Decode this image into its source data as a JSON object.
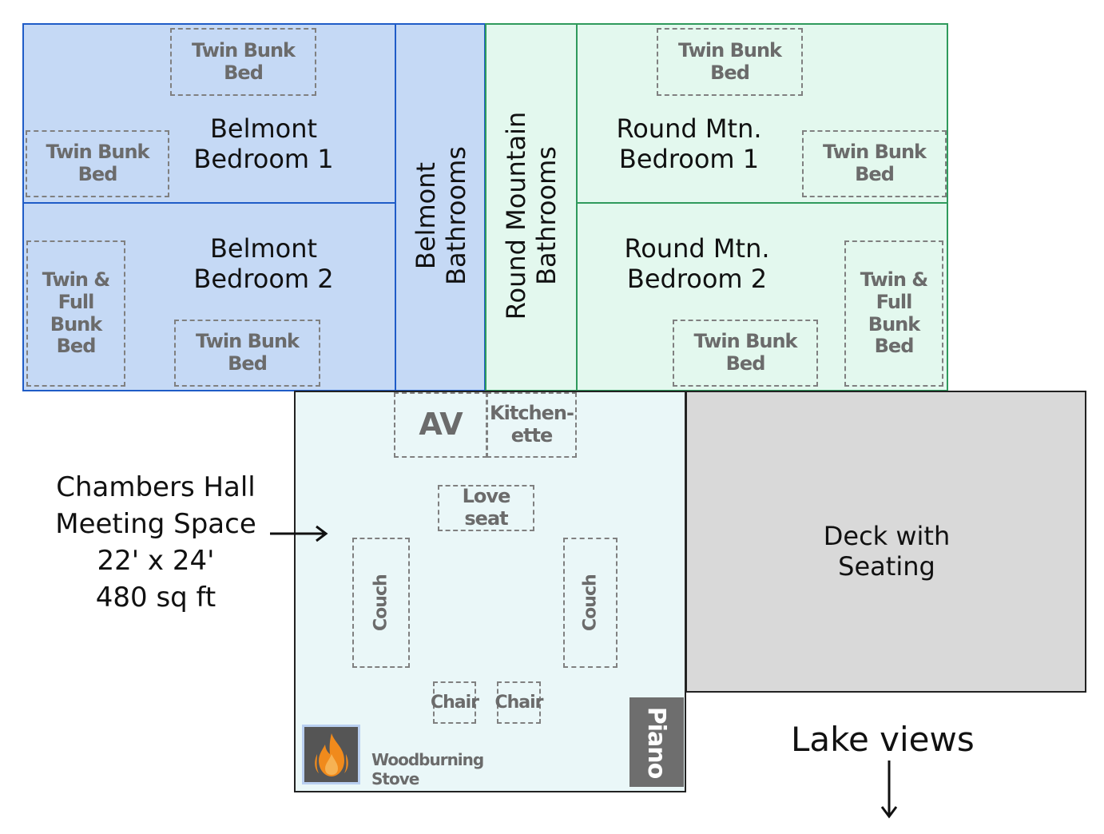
{
  "rooms": {
    "belmont_bed1": {
      "line1": "Belmont",
      "line2": "Bedroom 1"
    },
    "belmont_bed2": {
      "line1": "Belmont",
      "line2": "Bedroom 2"
    },
    "belmont_bath": {
      "line1": "Belmont",
      "line2": "Bathrooms"
    },
    "rm_bath": {
      "line1": "Round Mountain",
      "line2": "Bathrooms"
    },
    "rm_bed1": {
      "line1": "Round Mtn.",
      "line2": "Bedroom 1"
    },
    "rm_bed2": {
      "line1": "Round Mtn.",
      "line2": "Bedroom 2"
    },
    "deck": {
      "line1": "Deck with",
      "line2": "Seating"
    }
  },
  "furniture": {
    "twin_bunk": "Twin Bunk Bed",
    "twin_full_line1": "Twin & Full",
    "twin_full_line2": "Bunk Bed",
    "av": "AV",
    "kitchenette_line1": "Kitchen-",
    "kitchenette_line2": "ette",
    "love_seat": "Love seat",
    "couch": "Couch",
    "chair": "Chair",
    "piano": "Piano",
    "stove": "Woodburning Stove"
  },
  "callout": {
    "line1": "Chambers Hall",
    "line2": "Meeting Space",
    "line3": "22' x 24'",
    "line4": "480 sq ft"
  },
  "lake": {
    "label": "Lake views"
  },
  "colors": {
    "belmont_fill": "#c5d9f5",
    "belmont_border": "#1f5cc7",
    "round_mtn_fill": "#e3f8ee",
    "round_mtn_border": "#2f9a5c",
    "hall_fill": "#eaf7f8",
    "deck_fill": "#d9d9d9",
    "piano_fill": "#6e6e6e",
    "stove_accent": "#f08a1c"
  }
}
